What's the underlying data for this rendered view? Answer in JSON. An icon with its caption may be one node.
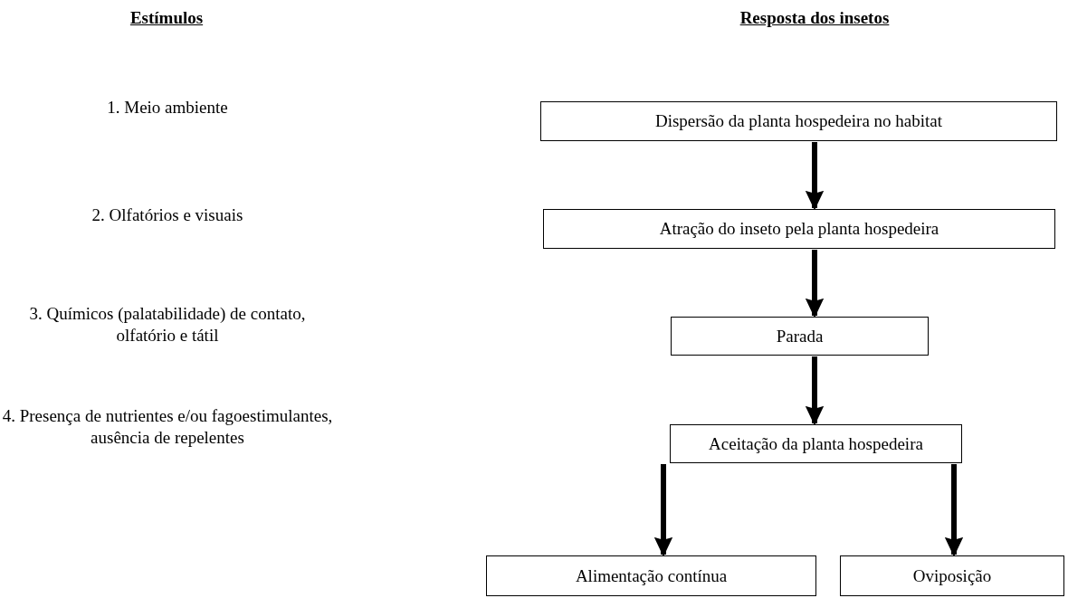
{
  "diagram": {
    "nodes": [
      {
        "text": [
          "Dispersão da planta hospedeira no habitat"
        ]
      },
      {
        "text": [
          "Atração do inseto pela planta hospedeira"
        ]
      },
      {
        "text": [
          "Parada"
        ]
      },
      {
        "text": [
          "Aceitação da planta hospedeira"
        ]
      },
      {
        "text": [
          "Alimentação contínua"
        ]
      },
      {
        "text": [
          "Oviposição"
        ]
      }
    ],
    "edges": [
      {
        "from": 0,
        "to": 1,
        "arrow": "to"
      },
      {
        "from": 1,
        "to": 2,
        "arrow": "to"
      },
      {
        "from": 2,
        "to": 3,
        "arrow": "to"
      },
      {
        "from": 3,
        "to": 4,
        "arrow": "to"
      },
      {
        "from": 3,
        "to": 5,
        "arrow": "to"
      }
    ],
    "labels": [
      "Estímulos",
      "Resposta dos insetos",
      "1. Meio ambiente",
      "2. Olfatórios e visuais",
      "3. Químicos (palatabilidade) de contato, olfatório e tátil",
      "4. Presença de nutrientes e/ou fagoestimulantes, ausência de repelentes"
    ]
  }
}
